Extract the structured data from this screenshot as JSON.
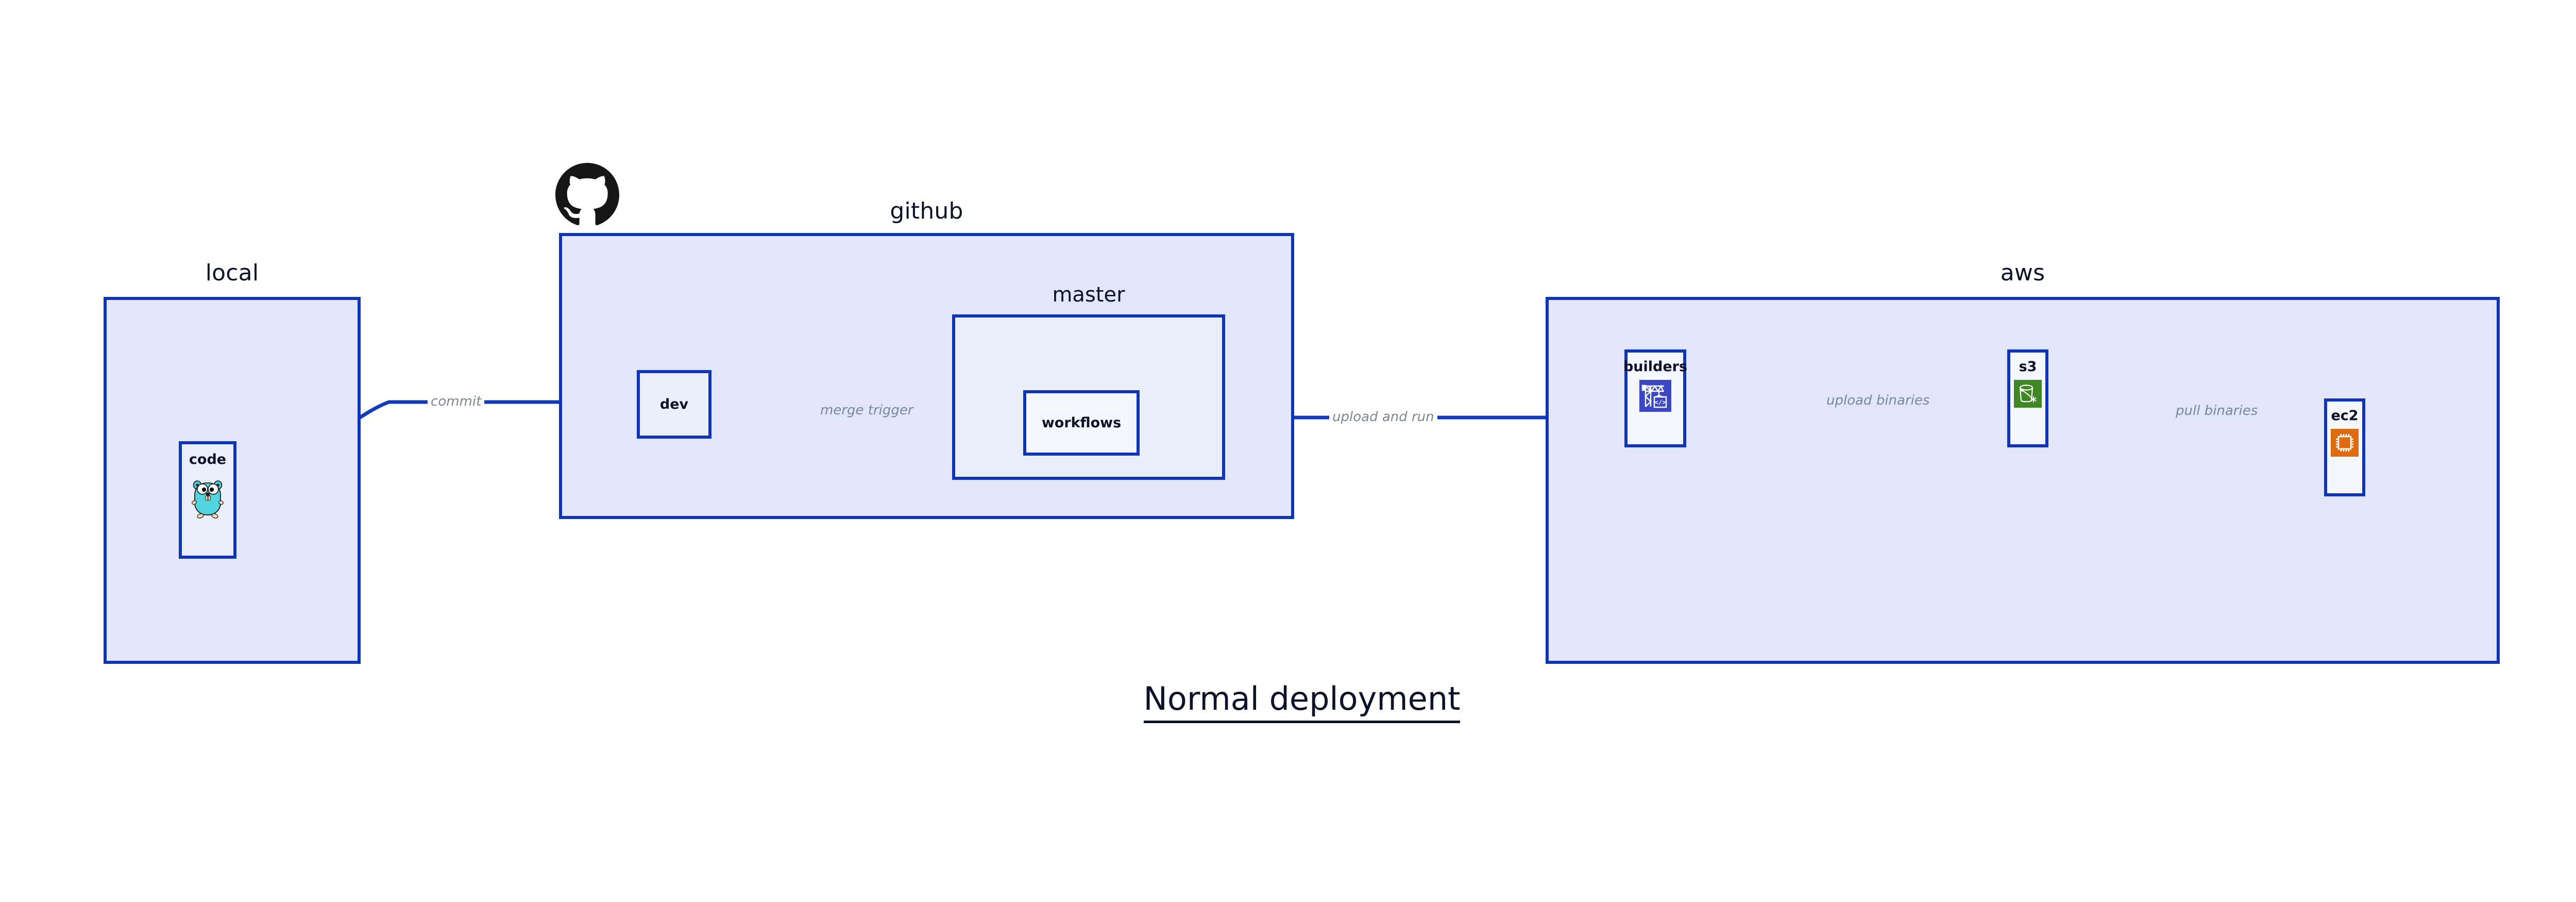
{
  "diagram": {
    "title": "Normal deployment",
    "accent_border": "#0f34b5",
    "group_fill": "#e1e6fa",
    "node_fill": "#eaeffb",
    "label_color": "#0d1228",
    "edge_label_color": "#7f8694"
  },
  "groups": [
    {
      "id": "local",
      "label": "local",
      "nodes": [
        {
          "id": "code",
          "label": "code",
          "icon": "go-gopher-icon"
        }
      ]
    },
    {
      "id": "github",
      "label": "github",
      "logo": "github-octocat-icon",
      "nodes": [
        {
          "id": "dev",
          "label": "dev",
          "icon": "none"
        }
      ],
      "subgroups": [
        {
          "id": "master",
          "label": "master",
          "nodes": [
            {
              "id": "workflows",
              "label": "workflows",
              "icon": "none"
            }
          ]
        }
      ]
    },
    {
      "id": "aws",
      "label": "aws",
      "nodes": [
        {
          "id": "builders",
          "label": "builders",
          "icon": "aws-codebuild-crane-icon",
          "icon_color": "#3c47c4"
        },
        {
          "id": "s3",
          "label": "s3",
          "icon": "aws-s3-bucket-icon",
          "icon_color": "#3f8624"
        },
        {
          "id": "ec2",
          "label": "ec2",
          "icon": "aws-ec2-chip-icon",
          "icon_color": "#dd6b10"
        }
      ]
    }
  ],
  "edges": [
    {
      "id": "commit",
      "label": "commit",
      "from": "code",
      "to": "dev"
    },
    {
      "id": "merge-trigger",
      "label": "merge trigger",
      "from": "dev",
      "to": "workflows"
    },
    {
      "id": "upload-and-run",
      "label": "upload and run",
      "from": "workflows",
      "to": "builders"
    },
    {
      "id": "upload-binaries",
      "label": "upload binaries",
      "from": "builders",
      "to": "s3"
    },
    {
      "id": "pull-binaries",
      "label": "pull binaries",
      "from": "s3",
      "to": "ec2"
    }
  ]
}
